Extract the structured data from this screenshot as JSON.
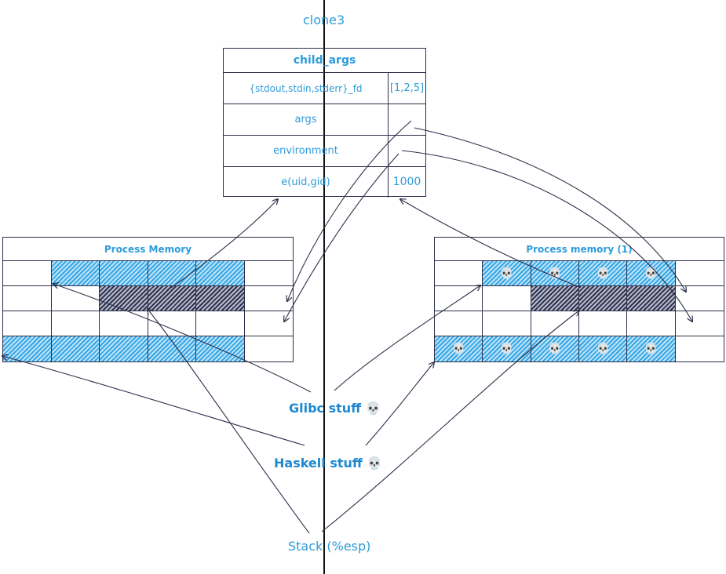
{
  "syscall": {
    "title": "clone3"
  },
  "child_args": {
    "header": "child_args",
    "rows": [
      {
        "name": "{stdout,stdin,stderr}_fd",
        "value": "[1,2,5]"
      },
      {
        "name": "args",
        "value": ""
      },
      {
        "name": "environment",
        "value": ""
      },
      {
        "name": "e(uid,gid)",
        "value": "1000"
      }
    ]
  },
  "left_memory": {
    "title": "Process Memory"
  },
  "right_memory": {
    "title": "Process memory (1)"
  },
  "labels": {
    "glibc": "Glibc stuff",
    "haskell": "Haskell stuff",
    "stack": "Stack (%esp)",
    "skull_glyph": "💀"
  },
  "colors": {
    "accent_blue": "#2d9cdb",
    "line_dark": "#2c2f4a"
  }
}
